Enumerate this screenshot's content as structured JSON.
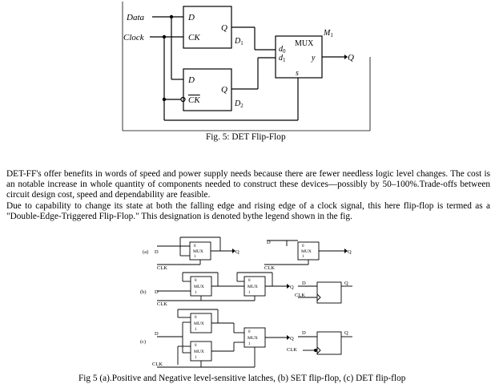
{
  "figure1": {
    "labels": {
      "data": "Data",
      "clock": "Clock",
      "d_top": "D",
      "ck_top": "CK",
      "q_top": "Q",
      "d1": "D",
      "d1_sub": "1",
      "d_bot": "D",
      "ck_bot": "CK",
      "q_bot": "Q",
      "d2": "D",
      "d2_sub": "2",
      "mux": "MUX",
      "m1": "M",
      "m1_sub": "1",
      "d0": "d",
      "d0_sub": "0",
      "d1_in": "d",
      "d1_in_sub": "1",
      "y": "y",
      "s": "s",
      "q_out": "Q"
    },
    "caption": "Fig. 5: DET Flip-Flop"
  },
  "body": {
    "paragraph1": "DET-FF's offer benefits in words of speed and power supply needs because there are fewer needless logic level changes. The cost is an notable increase in whole quantity of components needed to construct these devices—possibly by  50–100%.Trade-offs between circuit design cost, speed and dependability are feasible.",
    "paragraph2": "Due to  capability to change its state at both the falling edge and rising edge of a clock signal, this here flip-flop is termed as a \"Double-Edge-Triggered Flip-Flop.\" This designation is denoted bythe legend shown in the fig."
  },
  "figure2": {
    "labels": {
      "a": "(a)",
      "b": "(b)",
      "c": "(c)",
      "d": "D",
      "q": "Q",
      "clk": "CLK",
      "mux": "MUX",
      "zero": "0",
      "one": "1"
    },
    "caption": "Fig 5 (a).Positive and Negative level-sensitive latches, (b) SET flip-flop, (c) DET flip-flop"
  }
}
